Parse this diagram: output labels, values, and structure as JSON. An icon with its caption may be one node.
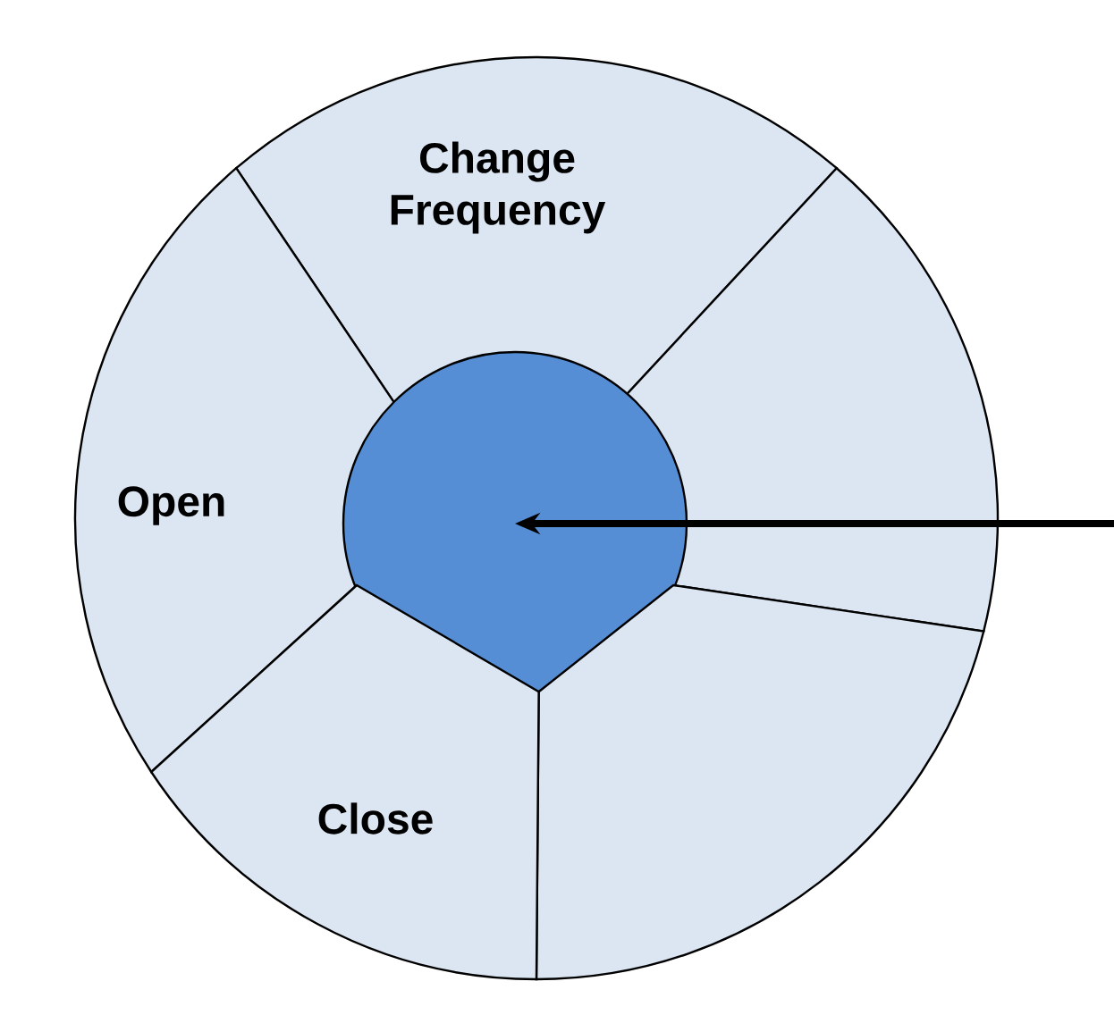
{
  "diagram": {
    "nodes": [
      {
        "text": [
          "Change Frequency"
        ]
      },
      {
        "text": [],
        "shape": "sector"
      },
      {
        "text": [
          "Open"
        ]
      },
      {
        "text": [],
        "shape": "circle"
      },
      {
        "text": [],
        "shape": "sector"
      },
      {
        "text": [
          "Close"
        ]
      }
    ],
    "edges": [
      {
        "from": null,
        "to": 3,
        "arrow": "to"
      }
    ]
  }
}
